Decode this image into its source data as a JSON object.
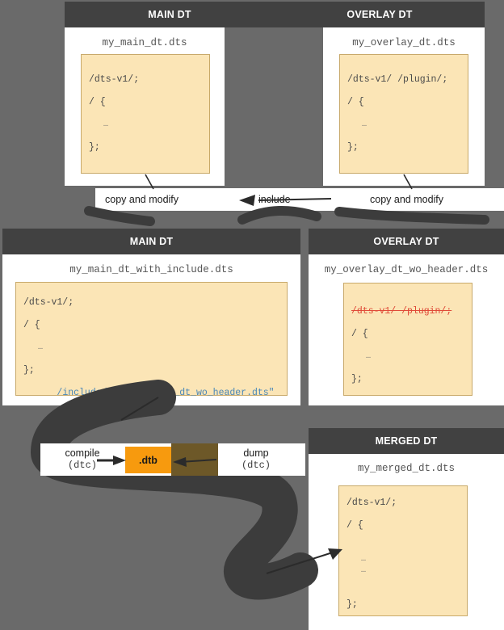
{
  "diagram": {
    "title_top_left": "MAIN DT",
    "title_top_right": "OVERLAY DT",
    "title_mid_left": "MAIN DT",
    "title_mid_right": "OVERLAY DT",
    "title_bottom_right": "MERGED DT"
  },
  "panels": {
    "top_main": {
      "header": "MAIN DT",
      "file": "my_main_dt.dts",
      "code": {
        "l1": "/dts-v1/;",
        "l2": "/ {",
        "l3": "…",
        "l4": "};"
      }
    },
    "top_overlay": {
      "header": "OVERLAY DT",
      "file": "my_overlay_dt.dts",
      "code": {
        "l1": "/dts-v1/ /plugin/;",
        "l2": "/ {",
        "l3": "…",
        "l4": "};"
      }
    },
    "mid_main": {
      "header": "MAIN DT",
      "file": "my_main_dt_with_include.dts",
      "code": {
        "l1": "/dts-v1/;",
        "l2": "/ {",
        "l3": "…",
        "l4": "};",
        "l5_keyword": "/include/",
        "l5_value": " \"my_overlay_dt_wo_header.dts\""
      }
    },
    "mid_overlay": {
      "header": "OVERLAY DT",
      "file": "my_overlay_dt_wo_header.dts",
      "code": {
        "l1_struck": "/dts-v1/ /plugin/;",
        "l2": "/ {",
        "l3": "…",
        "l4": "};"
      }
    },
    "bottom_merged": {
      "header": "MERGED DT",
      "file": "my_merged_dt.dts",
      "code": {
        "l1": "/dts-v1/;",
        "l2": "/ {",
        "l3": "…",
        "l4": "…",
        "l5": "};"
      }
    }
  },
  "arrows": {
    "copy_modify_left": "copy and modify",
    "include": "include",
    "copy_modify_right": "copy and modify"
  },
  "pipeline": {
    "compile_label": "compile",
    "compile_tool": "(dtc)",
    "artifact": ".dtb",
    "dump_label": "dump",
    "dump_tool": "(dtc)"
  },
  "colors": {
    "background": "#6a6a6a",
    "header_bar": "#414141",
    "panel": "#ffffff",
    "code_bg": "#fbe5b6",
    "code_border": "#c8a96a",
    "code_text": "#4a4a4a",
    "blue_token": "#4a87b8",
    "strike_red": "#e04a38",
    "dtb_orange": "#f79a0e",
    "dtb_shadow": "#6d5828",
    "arrow_dark": "#3a3a3a"
  }
}
